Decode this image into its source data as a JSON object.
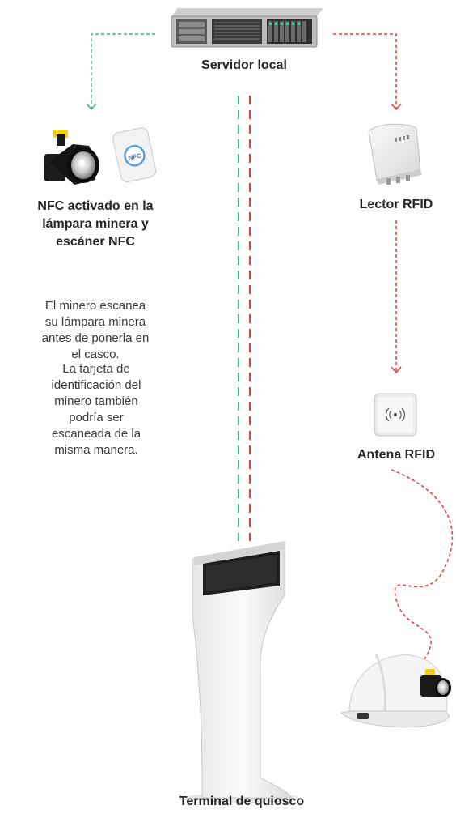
{
  "colors": {
    "green_line": "#3fae93",
    "red_line": "#e0413a",
    "text": "#262626"
  },
  "nodes": {
    "server": {
      "label": "Servidor local",
      "icon": "rack-server-icon"
    },
    "nfc": {
      "label": "NFC activado en la lámpara minera y escáner NFC",
      "icons": [
        "miner-lamp-icon",
        "nfc-scanner-icon"
      ]
    },
    "rfid_reader": {
      "label": "Lector RFID",
      "icon": "rfid-reader-icon"
    },
    "rfid_antenna": {
      "label": "Antena RFID",
      "icon": "rfid-antenna-icon"
    },
    "helmet": {
      "icon": "helmet-with-lamp-icon"
    },
    "kiosk": {
      "label": "Terminal de quiosco",
      "icon": "kiosk-terminal-icon"
    }
  },
  "description": {
    "paragraph1": "El minero escanea su lámpara minera antes de ponerla en el casco.",
    "paragraph2": "La tarjeta de identificación del minero también podría ser escaneada de la misma manera."
  }
}
